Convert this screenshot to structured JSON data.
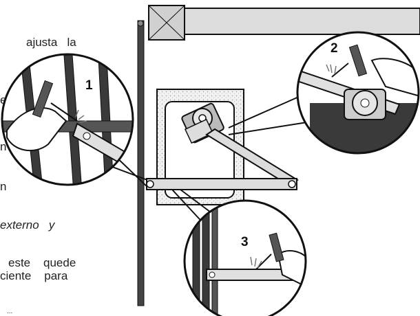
{
  "page": {
    "text_lines": [
      "ajusta   la",
      "ectas",
      "n",
      "n",
      "externo   y",
      "este    quede",
      "ciente    para",
      "..."
    ]
  },
  "callouts": [
    {
      "number": "1"
    },
    {
      "number": "2"
    },
    {
      "number": "3"
    }
  ],
  "colors": {
    "ink": "#111111",
    "bar_fill": "#dcdcdc",
    "dark_fill": "#3a3a3a",
    "speckle": "#e8e8e8"
  }
}
